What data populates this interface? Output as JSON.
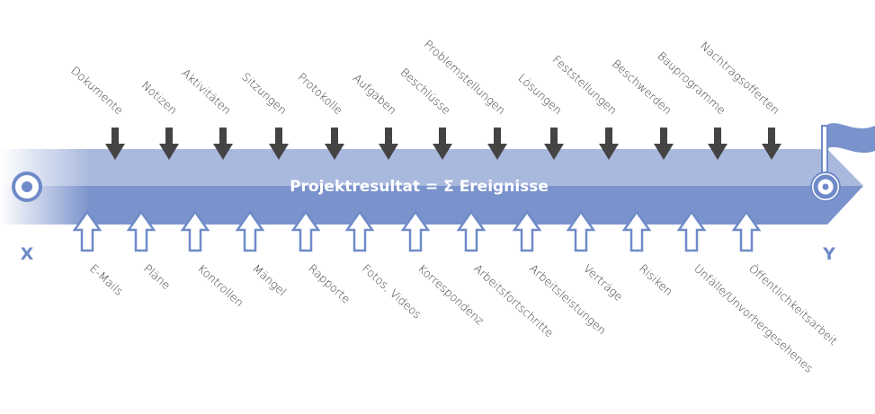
{
  "band_label": "Projektresultat = Σ Ereignisse",
  "start_label": "X",
  "end_label": "Y",
  "top_inputs": [
    "Dokumente",
    "Notizen",
    "Aktivitäten",
    "Sitzungen",
    "Protokolle",
    "Aufgaben",
    "Beschlüsse",
    "Problemstellungen",
    "Lösungen",
    "Feststellungen",
    "Beschwerden",
    "Bauprogramme",
    "Nachtragsofferten"
  ],
  "bottom_inputs": [
    "E-Mails",
    "Pläne",
    "Kontrollen",
    "Mängel",
    "Rapporte",
    "Fotos, Videos",
    "Korrespondenz",
    "Arbeitsfortschritte",
    "Arbeitsleistungen",
    "Verträge",
    "Risiken",
    "Unfälle/Unvorhergesehenes",
    "Öffentlichkeitsarbeit"
  ],
  "colors": {
    "band_light": "#a9b9de",
    "band_dark": "#7b93cc",
    "accent": "#6f8ac9",
    "arrow_dark": "#444444",
    "label": "#3a3a3a"
  }
}
